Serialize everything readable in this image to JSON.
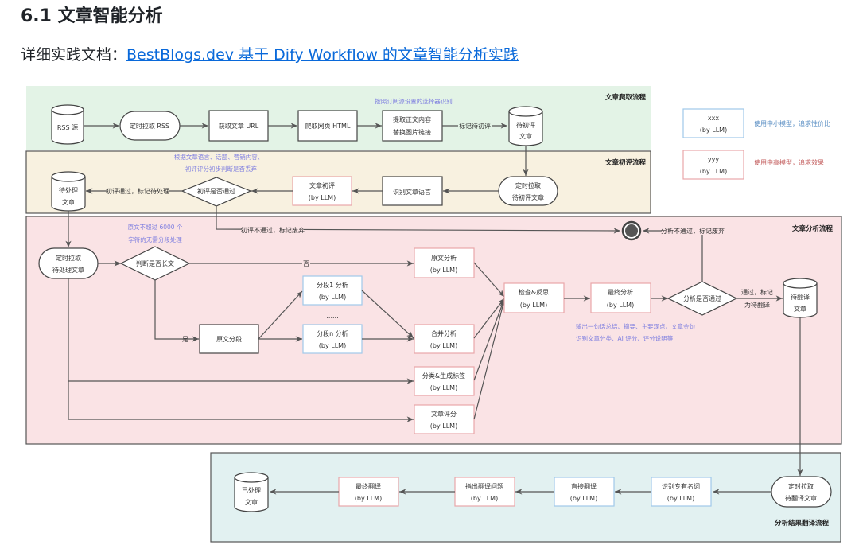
{
  "heading": "6.1 文章智能分析",
  "intro": {
    "label": "详细实践文档：",
    "link_text": "BestBlogs.dev 基于 Dify Workflow 的文章智能分析实践"
  },
  "colors": {
    "lane_crawl": "#e3f3e6",
    "lane_review": "#f8f1e0",
    "lane_analysis": "#fae3e5",
    "lane_translate": "#e2f1f1",
    "llm_small_border": "#9fc9ea",
    "llm_large_border": "#e9a7a9",
    "note_text": "#7f7fe0",
    "legend_small_text": "#5b8fc4",
    "legend_large_text": "#c46060"
  },
  "legend": [
    {
      "box_line1": "xxx",
      "box_line2": "(by LLM)",
      "desc": "使用中小模型，追求性价比"
    },
    {
      "box_line1": "yyy",
      "box_line2": "(by LLM)",
      "desc": "使用中高模型，追求效果"
    }
  ],
  "lanes": {
    "crawl": "文章爬取流程",
    "review": "文章初评流程",
    "analysis": "文章分析流程",
    "translate": "分析结果翻译流程"
  },
  "nodes": {
    "rss_source": "RSS 源",
    "fetch_rss": "定时拉取 RSS",
    "get_url": "获取文章 URL",
    "crawl_html": "爬取网页 HTML",
    "extract_1": "提取正文内容",
    "extract_2": "替换图片链接",
    "pending_review_1": "待初评",
    "pending_review_2": "文章",
    "fetch_review_1": "定时拉取",
    "fetch_review_2": "待初评文章",
    "detect_lang": "识别文章语言",
    "initial_review_1": "文章初评",
    "initial_review_2": "(by LLM)",
    "review_pass": "初评是否通过",
    "pending_proc_1": "待处理",
    "pending_proc_2": "文章",
    "fetch_proc_1": "定时拉取",
    "fetch_proc_2": "待处理文章",
    "is_long": "判断是否长文",
    "segment": "原文分段",
    "seg1_1": "分段1 分析",
    "seg1_2": "(by LLM)",
    "segn_1": "分段n 分析",
    "segn_2": "(by LLM)",
    "ellipsis": "......",
    "orig_1": "原文分析",
    "orig_2": "(by LLM)",
    "merge_1": "合并分析",
    "merge_2": "(by LLM)",
    "classify_1": "分类&生成标签",
    "classify_2": "(by LLM)",
    "score_1": "文章评分",
    "score_2": "(by LLM)",
    "check_1": "检查&反思",
    "check_2": "(by LLM)",
    "final_1": "最终分析",
    "final_2": "(by LLM)",
    "analysis_pass": "分析是否通过",
    "pending_trans_1": "待翻译",
    "pending_trans_2": "文章",
    "fetch_trans_1": "定时拉取",
    "fetch_trans_2": "待翻译文章",
    "proper_1": "识别专有名词",
    "proper_2": "(by LLM)",
    "direct_1": "直接翻译",
    "direct_2": "(by LLM)",
    "issues_1": "指出翻译问题",
    "issues_2": "(by LLM)",
    "final_trans_1": "最终翻译",
    "final_trans_2": "(by LLM)",
    "done_1": "已处理",
    "done_2": "文章"
  },
  "edge_labels": {
    "mark_pending": "标记待初评",
    "review_ok": "初评通过，标记待处理",
    "review_fail": "初评不通过，标记废弃",
    "analysis_fail": "分析不通过，标记废弃",
    "no": "否",
    "yes": "是",
    "pass_1": "通过，标记",
    "pass_2": "为待翻译"
  },
  "notes": {
    "selector": "按照订阅源设置的选择器识别",
    "review_1": "根据文章语言、话题、营销内容、",
    "review_2": "初评评分初步判断是否丢弃",
    "long_1": "原文不超过 6000 个",
    "long_2": "字符的无需分段处理",
    "output_1": "输出一句话总结、摘要、主要观点、文章金句",
    "output_2": "识别文章分类、AI 评分、评分说明等"
  }
}
